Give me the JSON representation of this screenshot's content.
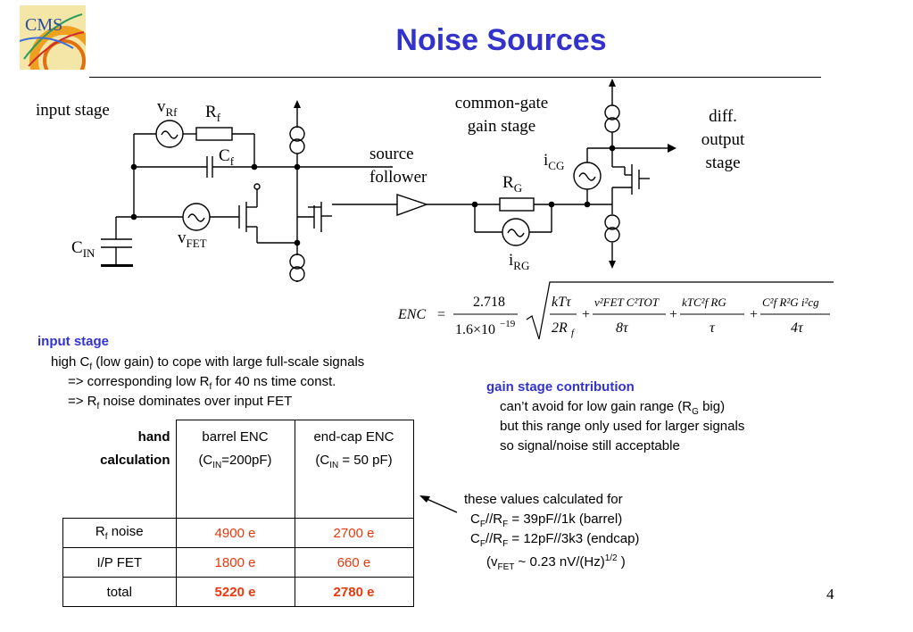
{
  "title": "Noise Sources",
  "logo_text": "CMS",
  "circuit": {
    "input_stage": "input stage",
    "v_rf": "v",
    "v_rf_sub": "Rf",
    "r_f": "R",
    "r_f_sub": "f",
    "c_f": "C",
    "c_f_sub": "f",
    "v_fet": "v",
    "v_fet_sub": "FET",
    "c_in": "C",
    "c_in_sub": "IN",
    "source_follower_1": "source",
    "source_follower_2": "follower",
    "common_gate_1": "common-gate",
    "common_gate_2": "gain stage",
    "r_g": "R",
    "r_g_sub": "G",
    "i_rg": "i",
    "i_rg_sub": "RG",
    "i_cg": "i",
    "i_cg_sub": "CG",
    "diff_1": "diff.",
    "diff_2": "output",
    "diff_3": "stage"
  },
  "equation": {
    "lhs": "ENC",
    "coef_num": "2.718",
    "coef_den": "1.6×10",
    "coef_den_exp": "−19",
    "term1_num": "kTτ",
    "term1_den": "2R",
    "term1_den_sub": "f",
    "term2_num": "v²FET C²TOT",
    "term2_den": "8τ",
    "term3_num": "kTC²f RG",
    "term3_den": "τ",
    "term4_num": "C²f R²G i²cg",
    "term4_den": "4τ"
  },
  "input_stage_notes": {
    "heading": "input stage",
    "line1_a": "high C",
    "line1_sub": "f",
    "line1_b": " (low gain) to cope with large full-scale signals",
    "line2_a": "=> corresponding low R",
    "line2_sub": "f",
    "line2_b": " for 40 ns time const.",
    "line3_a": "=> R",
    "line3_sub": "f",
    "line3_b": " noise dominates over input FET"
  },
  "gain_stage_notes": {
    "heading": "gain stage contribution",
    "line1_a": "can’t avoid for low gain range (R",
    "line1_sub": "G",
    "line1_b": " big)",
    "line2": "but this range only used for larger signals",
    "line3": "so signal/noise still acceptable"
  },
  "values_note": {
    "line1": "these values calculated for",
    "line2_a": "C",
    "line2_s1": "F",
    "line2_b": "//R",
    "line2_s2": "F",
    "line2_c": " = 39pF//1k (barrel)",
    "line3_a": "C",
    "line3_s1": "F",
    "line3_b": "//R",
    "line3_s2": "F",
    "line3_c": " = 12pF//3k3 (endcap)",
    "line4_a": "(v",
    "line4_s1": "FET",
    "line4_b": " ~ 0.23 nV/(Hz)",
    "line4_sup": "1/2",
    "line4_c": " )"
  },
  "table": {
    "corner_1": "hand",
    "corner_2": "calculation",
    "col1_1": "barrel ENC",
    "col1_2a": "(C",
    "col1_2s": "IN",
    "col1_2b": "=200pF)",
    "col2_1": "end-cap ENC",
    "col2_2a": "(C",
    "col2_2s": "IN",
    "col2_2b": " = 50 pF)",
    "rows": [
      {
        "label_a": "R",
        "label_sub": "f",
        "label_b": " noise",
        "barrel": "4900 e",
        "endcap": "2700 e"
      },
      {
        "label_a": "I/P FET",
        "label_sub": "",
        "label_b": "",
        "barrel": "1800 e",
        "endcap": "660 e"
      },
      {
        "label_a": "total",
        "label_sub": "",
        "label_b": "",
        "barrel": "5220 e",
        "endcap": "2780 e"
      }
    ]
  },
  "page_number": "4",
  "colors": {
    "title": "#3333cc",
    "heading": "#3333cc",
    "value": "#e8380d"
  }
}
